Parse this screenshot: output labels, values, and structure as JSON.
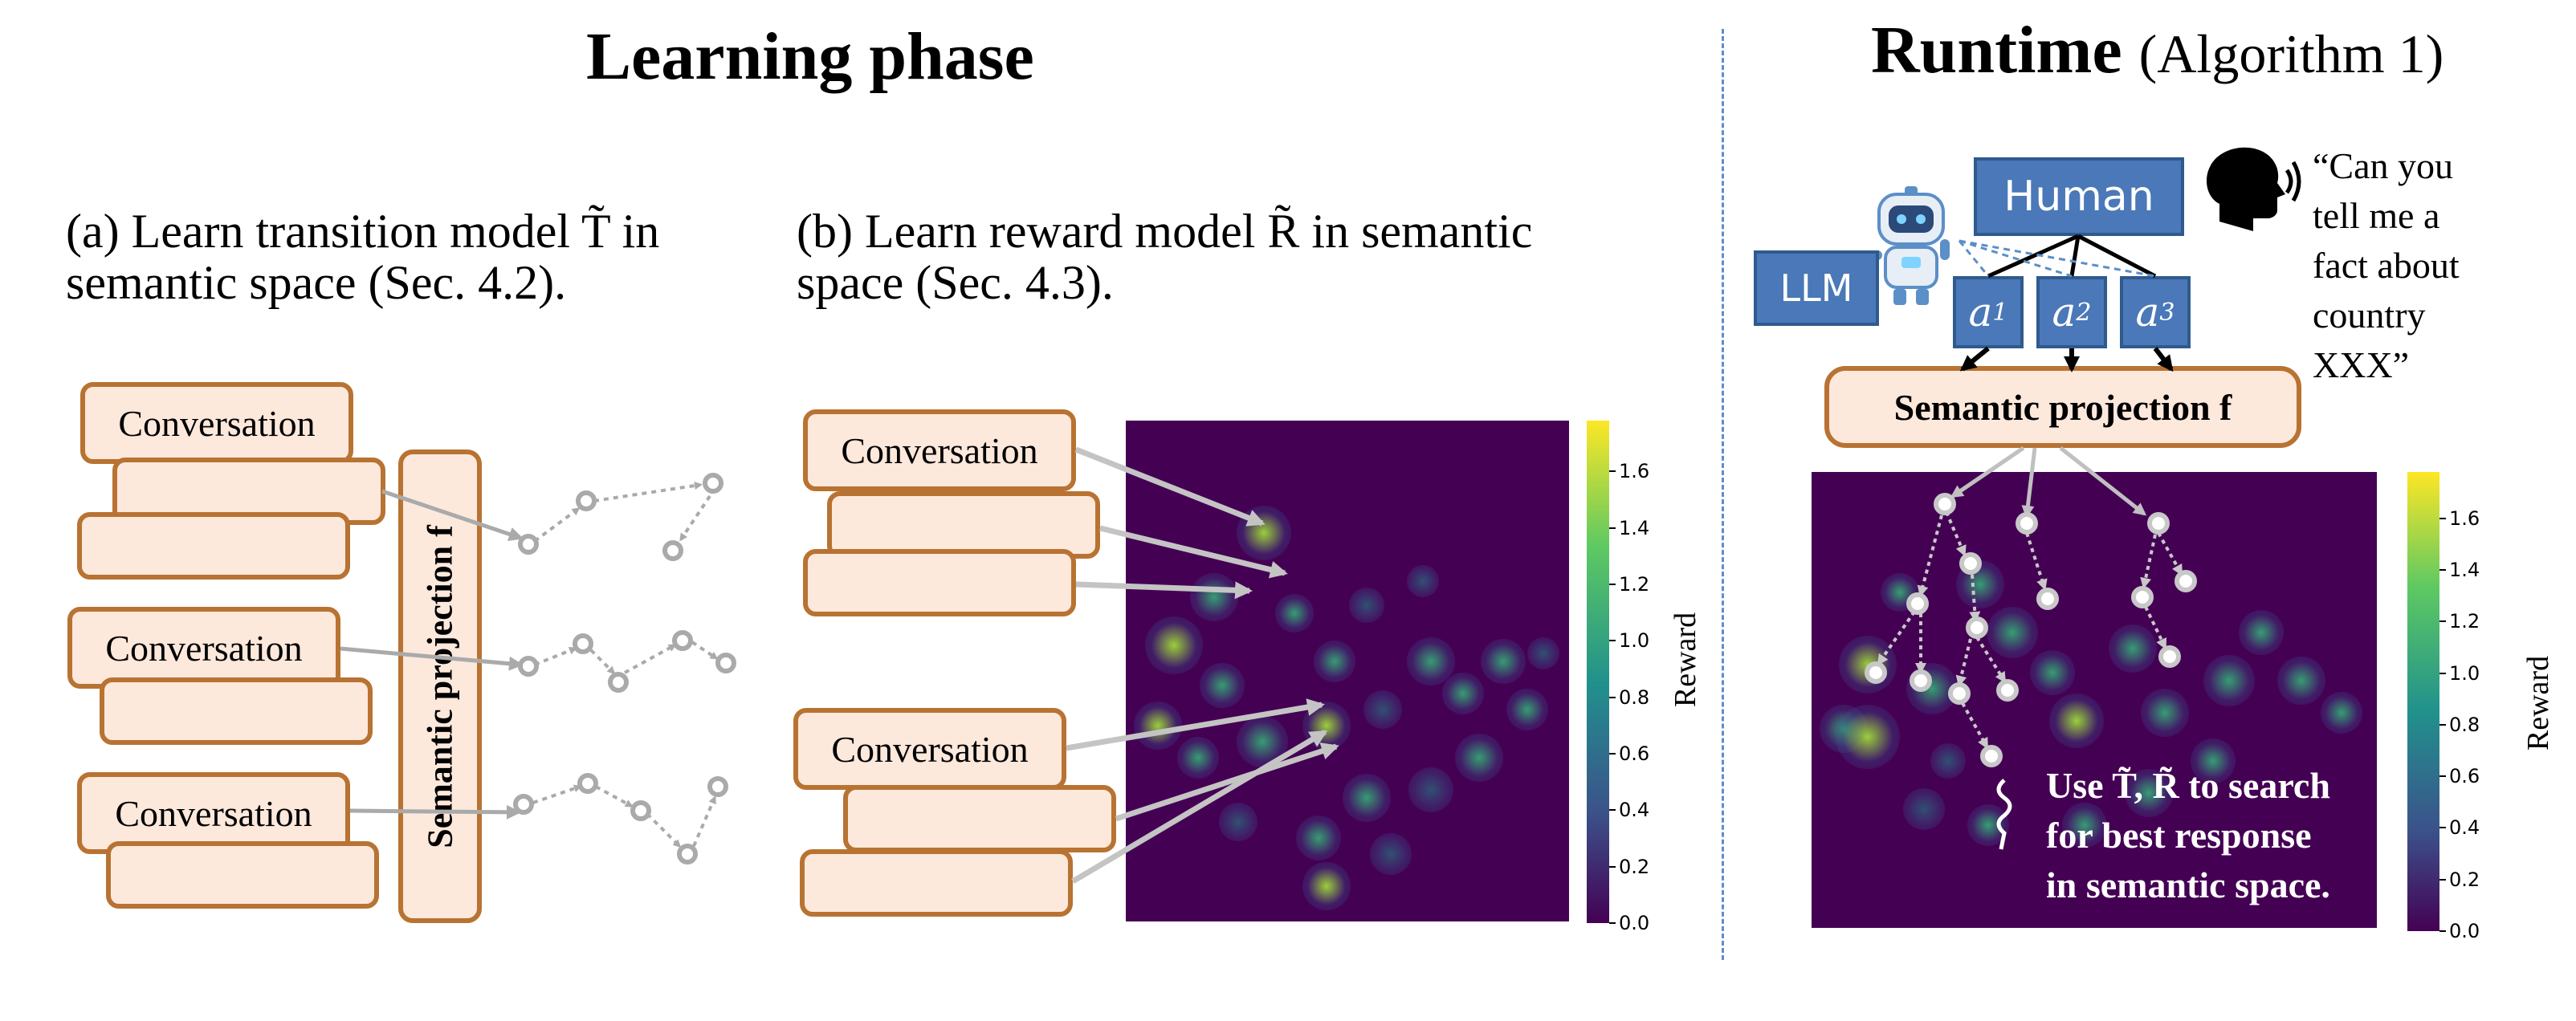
{
  "learning": {
    "title": "Learning phase",
    "panel_a": {
      "caption_line1": "(a) Learn transition model T̃ in",
      "caption_line2": "semantic space (Sec. 4.2).",
      "conversation_label": "Conversation",
      "projection_label": "Semantic projection f"
    },
    "panel_b": {
      "caption_line1": "(b) Learn reward model R̃ in semantic",
      "caption_line2": "space (Sec. 4.3).",
      "conversation_label": "Conversation",
      "colorbar_label": "Reward",
      "colorbar_ticks": [
        "0.0",
        "0.2",
        "0.4",
        "0.6",
        "0.8",
        "1.0",
        "1.2",
        "1.4",
        "1.6"
      ]
    }
  },
  "runtime": {
    "title": "Runtime",
    "title_suffix": "(Algorithm 1)",
    "human_label": "Human",
    "llm_label": "LLM",
    "actions": [
      "a1",
      "a2",
      "a3"
    ],
    "quote_lines": [
      "“Can you",
      "tell me a",
      "fact about",
      "country",
      "XXX”"
    ],
    "projection_label": "Semantic projection f",
    "search_lines": [
      "Use T̃, R̃ to search",
      "for best response",
      "in semantic space."
    ],
    "colorbar_label": "Reward",
    "colorbar_ticks": [
      "0.0",
      "0.2",
      "0.4",
      "0.6",
      "0.8",
      "1.0",
      "1.2",
      "1.4",
      "1.6"
    ]
  },
  "colors": {
    "box_fill": "#fde8dc",
    "box_border": "#b87332",
    "blue_box": "#4a78b8",
    "heat_bg": "#440154",
    "divider": "#5b8fc7"
  },
  "icons": [
    "robot-icon",
    "speaking-head-icon"
  ]
}
